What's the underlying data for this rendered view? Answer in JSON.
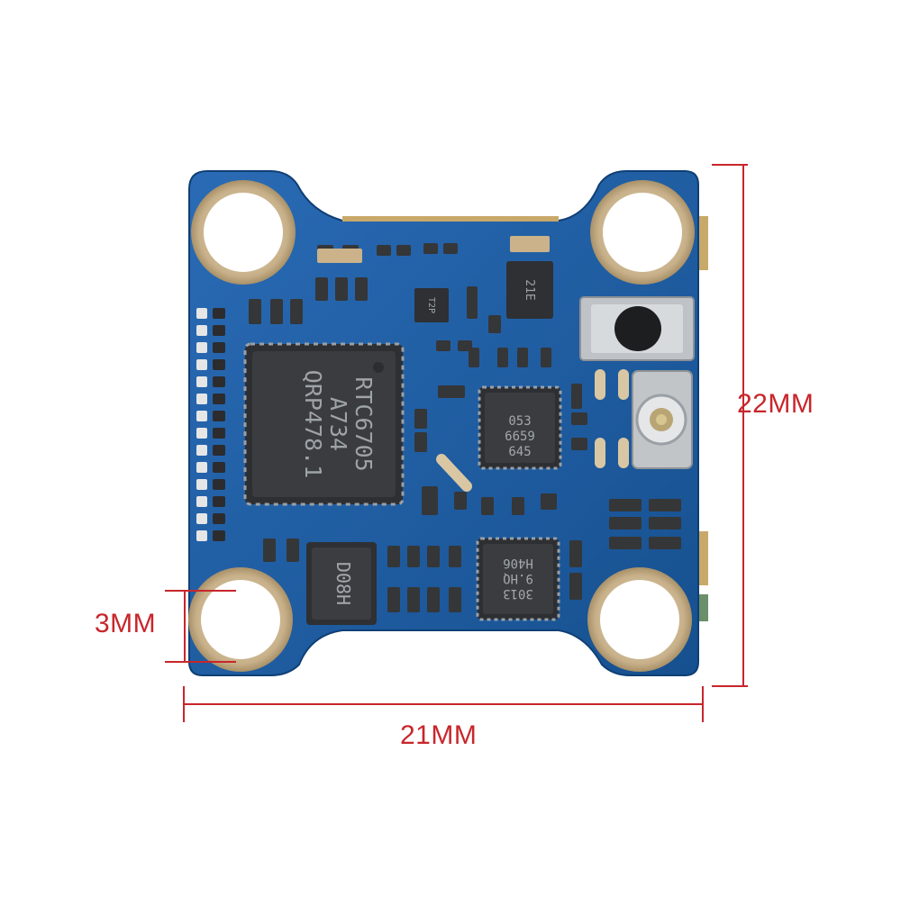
{
  "dimensions": {
    "height_label": "22MM",
    "width_label": "21MM",
    "hole_label": "3MM",
    "color": "#c8262b"
  },
  "board": {
    "pcb_color": "#1d5ea8",
    "pad_color": "#d9c7a3",
    "chips": [
      {
        "name": "rtc6705-chip",
        "lines": [
          "RTC6705",
          "A734",
          "QRP478.1"
        ]
      },
      {
        "name": "osd-chip",
        "lines": [
          "053",
          "6659",
          "645"
        ]
      },
      {
        "name": "lower-right-chip",
        "lines": [
          "3013",
          "9.HQ",
          "H406"
        ]
      },
      {
        "name": "inductor",
        "lines": [
          "D08H"
        ]
      },
      {
        "name": "regulator-chip",
        "lines": [
          "21E"
        ]
      },
      {
        "name": "small-ic",
        "lines": [
          "T2P"
        ]
      }
    ]
  }
}
